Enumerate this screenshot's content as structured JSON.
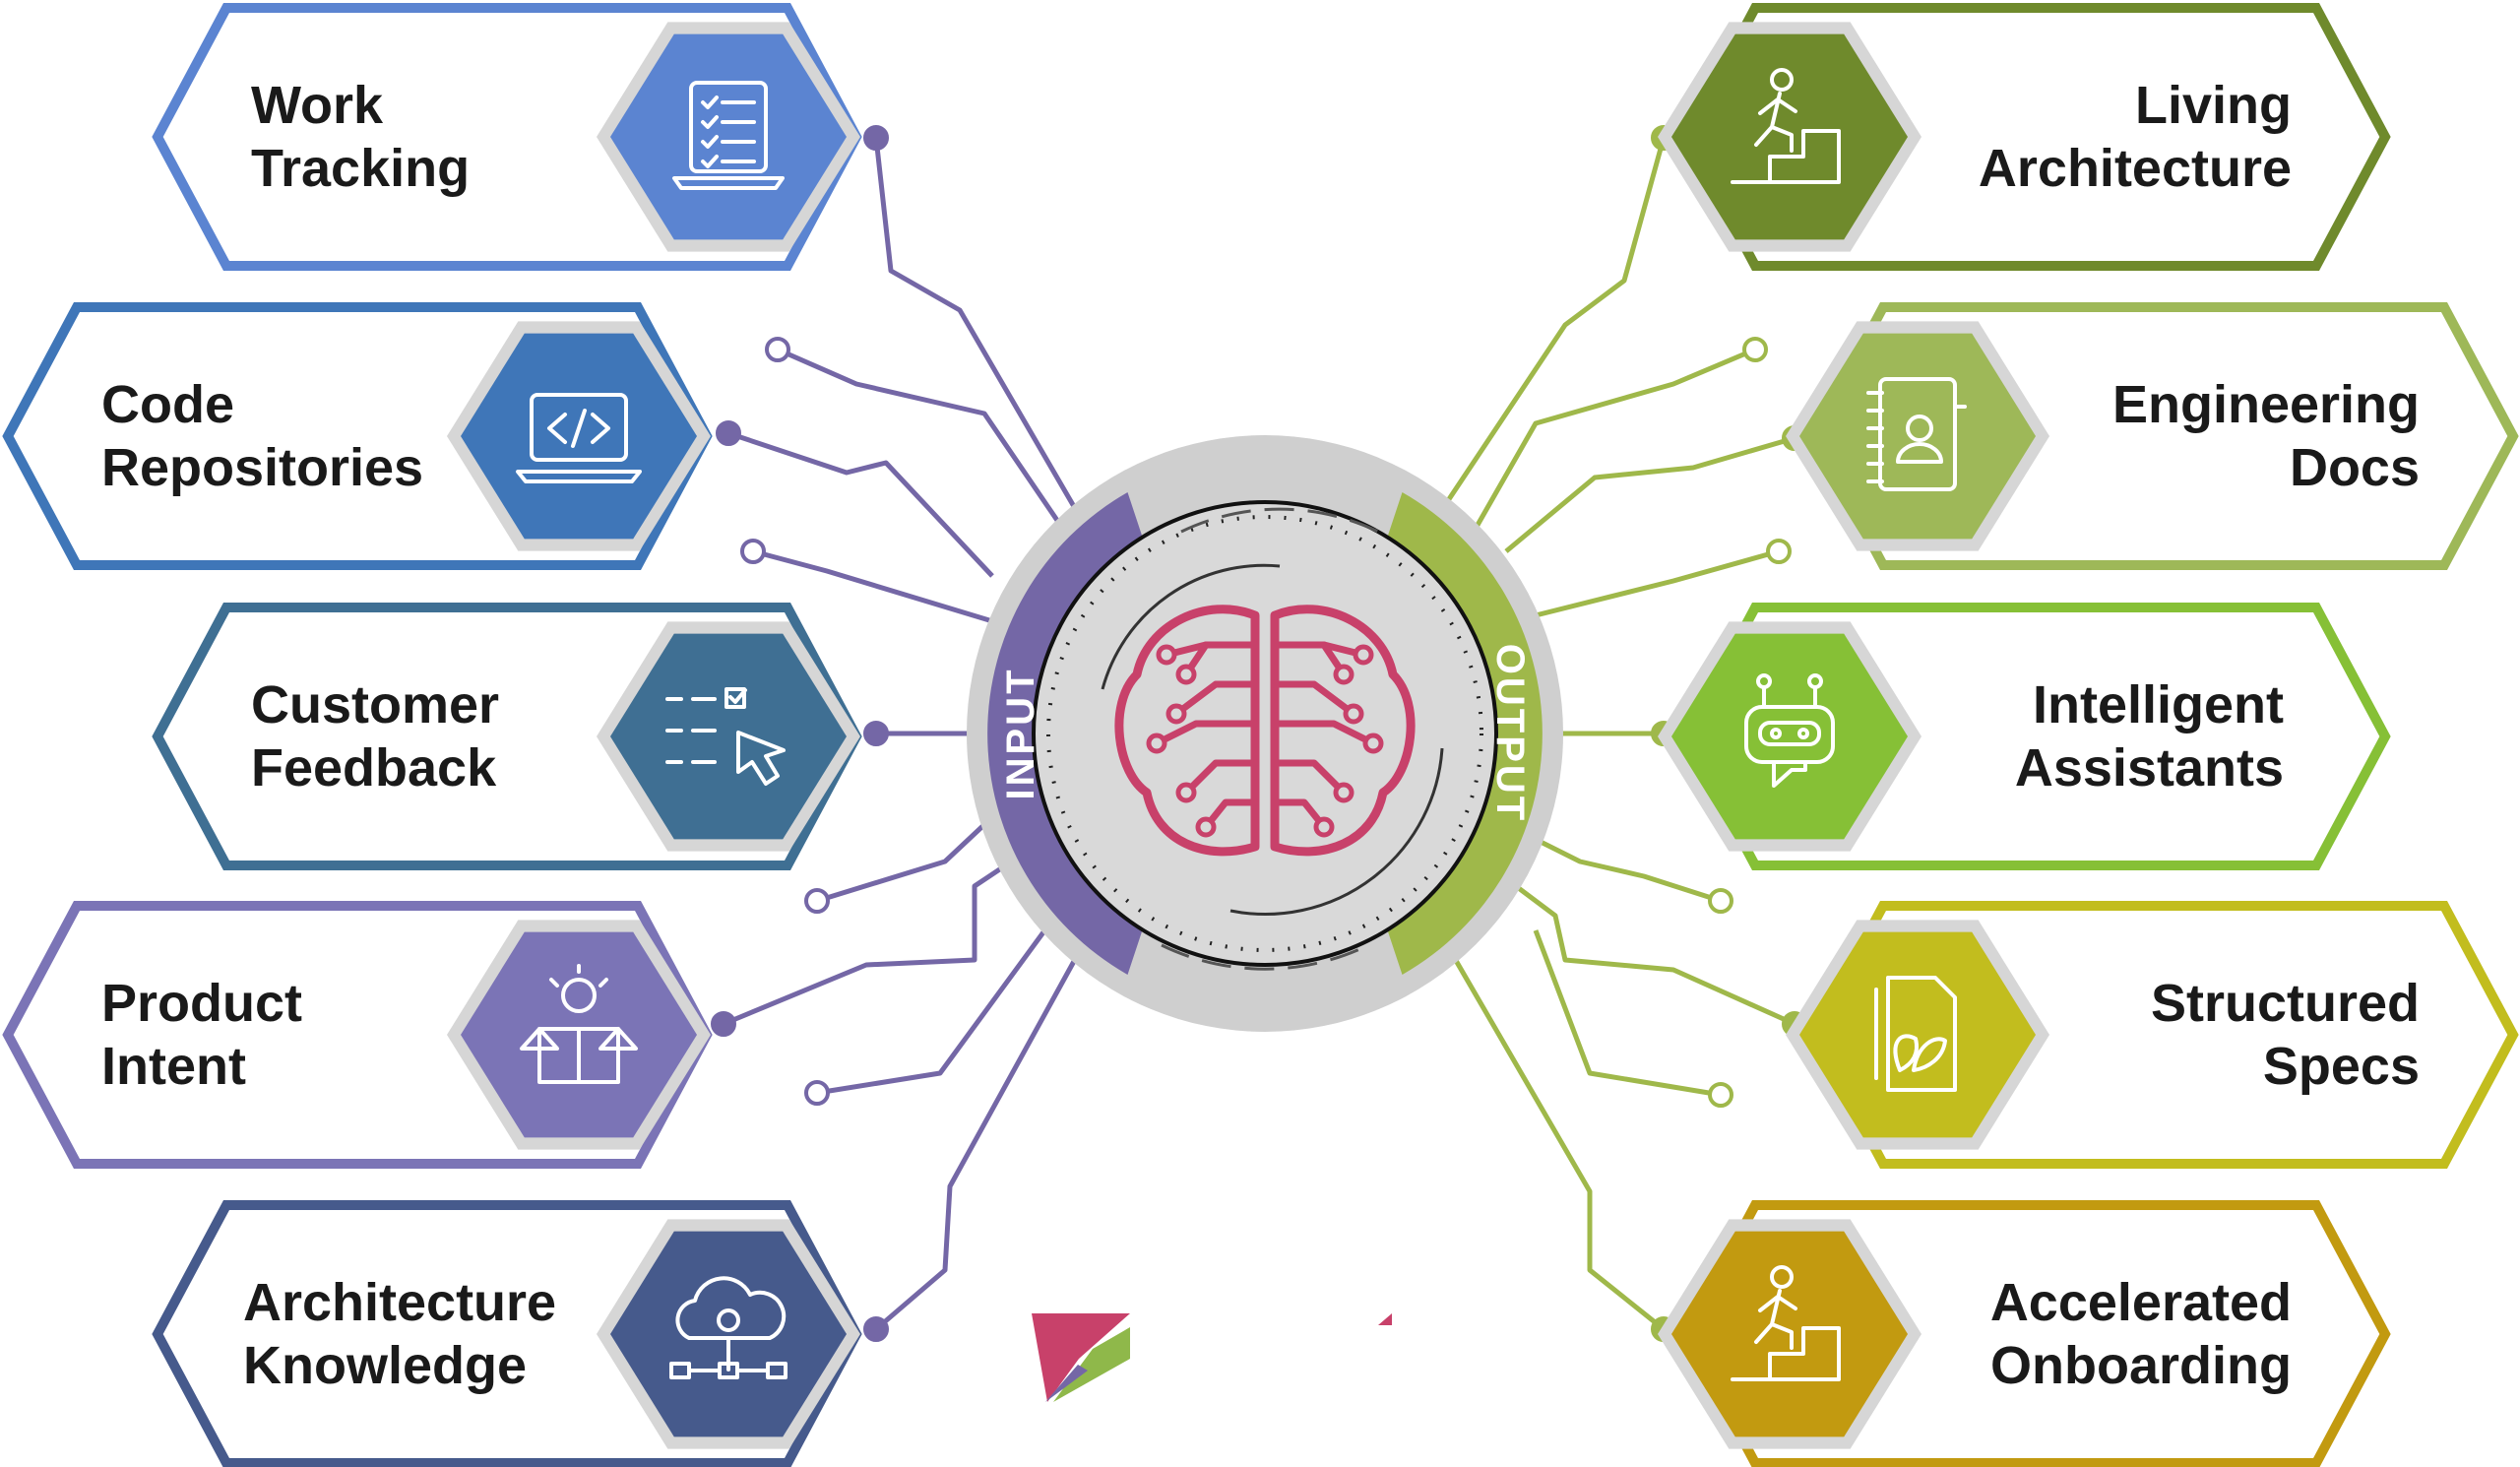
{
  "center": {
    "input_label": "INPUT",
    "output_label": "OUTPUT",
    "icon": "brain-circuit-icon",
    "input_color": "#7467a6",
    "output_color": "#9fb84a",
    "brain_color": "#c8416a"
  },
  "inputs": [
    {
      "lines": [
        "Work",
        "Tracking"
      ],
      "icon": "checklist-laptop-icon",
      "color": "#5b84d1"
    },
    {
      "lines": [
        "Code",
        "Repositories"
      ],
      "icon": "code-laptop-icon",
      "color": "#3f76b8"
    },
    {
      "lines": [
        "Customer",
        "Feedback"
      ],
      "icon": "touch-checklist-icon",
      "color": "#3f6f93"
    },
    {
      "lines": [
        "Product",
        "Intent"
      ],
      "icon": "idea-box-icon",
      "color": "#7b74b6"
    },
    {
      "lines": [
        "Architecture",
        "Knowledge"
      ],
      "icon": "cloud-network-icon",
      "color": "#465a8c"
    }
  ],
  "outputs": [
    {
      "lines": [
        "Living",
        "Architecture"
      ],
      "icon": "stairs-climber-icon",
      "color": "#6f8a2c"
    },
    {
      "lines": [
        "Engineering",
        "Docs"
      ],
      "icon": "address-book-icon",
      "color": "#9eb858"
    },
    {
      "lines": [
        "Intelligent",
        "Assistants"
      ],
      "icon": "robot-chat-icon",
      "color": "#86c036"
    },
    {
      "lines": [
        "Structured",
        "Specs"
      ],
      "icon": "leaf-document-icon",
      "color": "#c2bd1e"
    },
    {
      "lines": [
        "Accelerated",
        "Onboarding"
      ],
      "icon": "stairs-climber-icon",
      "color": "#c29a10"
    }
  ],
  "logo": {
    "icon": "brand-logo-icon"
  }
}
